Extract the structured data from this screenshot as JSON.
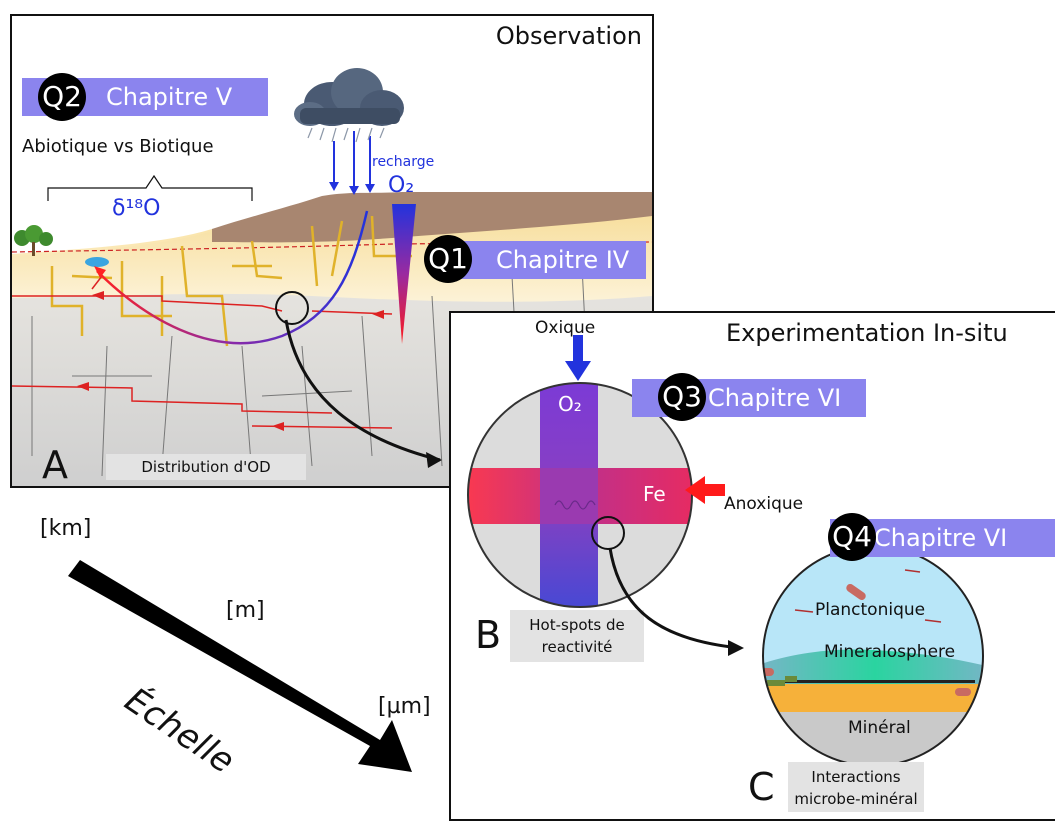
{
  "panelA": {
    "title": "Observation",
    "letter": "A",
    "caption": "Distribution d'OD",
    "q2": {
      "number": "Q2",
      "chapter": "Chapitre V"
    },
    "q1": {
      "number": "Q1",
      "chapter": "Chapitre IV"
    },
    "abiotic": "Abiotique vs Biotique",
    "delta": "δ¹⁸O",
    "recharge": "recharge",
    "o2": "O₂"
  },
  "panelB": {
    "title": "Experimentation In-situ",
    "letter": "B",
    "caption_line1": "Hot-spots de",
    "caption_line2": "reactivité",
    "q3": {
      "number": "Q3",
      "chapter": "Chapitre VI"
    },
    "oxique": "Oxique",
    "o2": "O₂",
    "fe": "Fe",
    "anoxique": "Anoxique"
  },
  "panelC": {
    "letter": "C",
    "caption_line1": "Interactions",
    "caption_line2": "microbe-minéral",
    "q4": {
      "number": "Q4",
      "chapter": "Chapitre VI"
    },
    "planctonique": "Planctonique",
    "mineralosphere": "Mineralosphere",
    "mineral": "Minéral"
  },
  "scale": {
    "km": "[km]",
    "m": "[m]",
    "um": "[µm]",
    "label": "Échelle"
  },
  "colors": {
    "badge": "#8b84ee",
    "oxic_blue": "#2233dd",
    "anoxic_red": "#ff1a1a",
    "fracture_yellow": "#e0b22a"
  }
}
